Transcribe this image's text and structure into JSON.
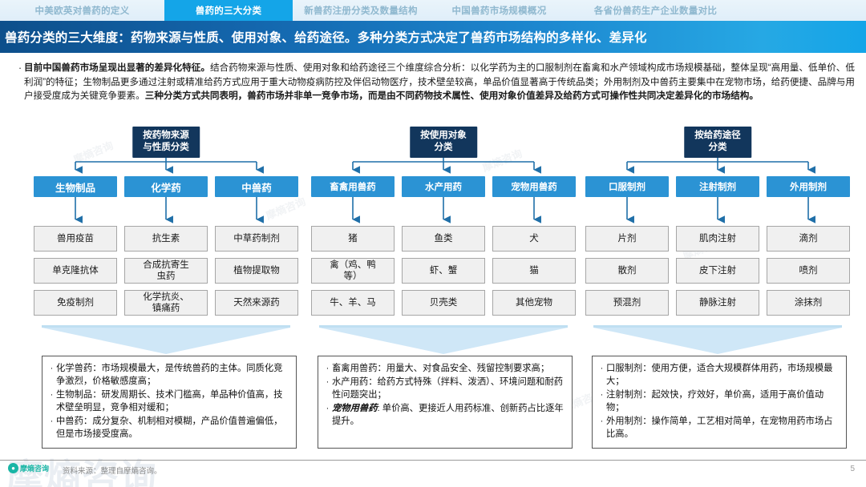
{
  "tabs": [
    {
      "label": "中美欧英对兽药的定义",
      "active": false
    },
    {
      "label": "兽药的三大分类",
      "active": true
    },
    {
      "label": "新兽药注册分类及数量结构",
      "active": false
    },
    {
      "label": "中国兽药市场规模概况",
      "active": false
    },
    {
      "label": "各省份兽药生产企业数量对比",
      "active": false
    }
  ],
  "title": "兽药分类的三大维度：药物来源与性质、使用对象、给药途径。多种分类方式决定了兽药市场结构的多样化、差异化",
  "intro": {
    "bullet": "·",
    "lead": "目前中国兽药市场呈现出显著的差异化特征。",
    "mid": "结合药物来源与性质、使用对象和给药途径三个维度综合分析：以化学药为主的口服制剂在畜禽和水产领域构成市场规模基础，整体呈现“高用量、低单价、低利润”的特征；生物制品更多通过注射或精准给药方式应用于重大动物疫病防控及伴侣动物医疗，技术壁垒较高，单品价值显著高于传统品类；外用制剂及中兽药主要集中在宠物市场，给药便捷、品牌与用户接受度成为关键竞争要素。",
    "tail": "三种分类方式共同表明，兽药市场并非单一竞争市场，而是由不同药物技术属性、使用对象价值差异及给药方式可操作性共同决定差异化的市场结构。"
  },
  "groups": [
    {
      "head": "按药物来源\n与性质分类",
      "level1": [
        "生物制品",
        "化学药",
        "中兽药"
      ],
      "level2": [
        [
          "兽用疫苗",
          "抗生素",
          "中草药制剂"
        ],
        [
          "单克隆抗体",
          "合成抗寄生\n虫药",
          "植物提取物"
        ],
        [
          "免疫制剂",
          "化学抗炎、\n镇痛药",
          "天然来源药"
        ]
      ],
      "note": [
        {
          "text": "化学兽药：市场规模最大，是传统兽药的主体。同质化竞争激烈，价格敏感度高；",
          "emphasis": false
        },
        {
          "text": "生物制品：研发周期长、技术门槛高，单品种价值高，技术壁垒明显，竞争相对缓和；",
          "emphasis": false
        },
        {
          "text": "中兽药：成分复杂、机制相对模糊，产品价值普遍偏低，但是市场接受度高。",
          "emphasis": false
        }
      ]
    },
    {
      "head": "按使用对象\n分类",
      "level1": [
        "畜禽用兽药",
        "水产用药",
        "宠物用兽药"
      ],
      "level2": [
        [
          "猪",
          "鱼类",
          "犬"
        ],
        [
          "禽（鸡、鸭\n等）",
          "虾、蟹",
          "猫"
        ],
        [
          "牛、羊、马",
          "贝壳类",
          "其他宠物"
        ]
      ],
      "note": [
        {
          "text": "畜禽用兽药：用量大、对食品安全、残留控制要求高；",
          "emphasis": false
        },
        {
          "text": "水产用药：给药方式特殊（拌料、泼洒）、环境问题和耐药性问题突出；",
          "emphasis": false
        },
        {
          "emphasis": true,
          "em_text": "宠物用兽药",
          "text": ": 单价高、更接近人用药标准、创新药占比逐年提升。"
        }
      ]
    },
    {
      "head": "按给药途径\n分类",
      "level1": [
        "口服制剂",
        "注射制剂",
        "外用制剂"
      ],
      "level2": [
        [
          "片剂",
          "肌肉注射",
          "滴剂"
        ],
        [
          "散剂",
          "皮下注射",
          "喷剂"
        ],
        [
          "预混剂",
          "静脉注射",
          "涂抹剂"
        ]
      ],
      "note": [
        {
          "text": "口服制剂：使用方便，适合大规模群体用药，市场规模最大；",
          "emphasis": false
        },
        {
          "text": "注射制剂：起效快，疗效好，单价高，适用于高价值动物；",
          "emphasis": false
        },
        {
          "text": "外用制剂：操作简单，工艺相对简单，在宠物用药市场占比高。",
          "emphasis": false
        }
      ]
    }
  ],
  "footer": {
    "source": "资料来源：整理自摩熵咨询。",
    "page": "5",
    "logo_text": "摩熵咨询",
    "watermark": "摩熵咨询"
  },
  "colors": {
    "accent": "#14a5e8",
    "title_dark": "#0d4f8b",
    "head_box": "#12365c",
    "level1_box": "#2b93d4",
    "level2_box": "#f0f0f0",
    "funnel": "#cfe7f7"
  }
}
